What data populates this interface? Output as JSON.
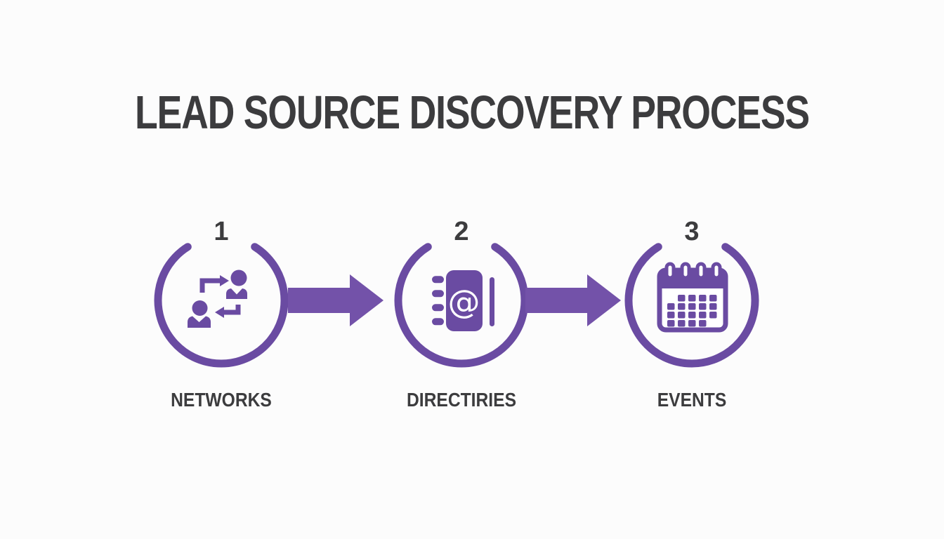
{
  "theme": {
    "background": "#FCFCFC",
    "accent": "#6A4BA2",
    "arrow_color": "#7352A9",
    "text_color": "#3C3C3E"
  },
  "title": "LEAD SOURCE DISCOVERY PROCESS",
  "steps": [
    {
      "number": "1",
      "label": "NETWORKS",
      "icon": "people-referral-icon"
    },
    {
      "number": "2",
      "label": "DIRECTIRIES",
      "icon": "address-book-icon"
    },
    {
      "number": "3",
      "label": "EVENTS",
      "icon": "calendar-icon"
    }
  ],
  "arrows": [
    {
      "direction": "right"
    },
    {
      "direction": "right"
    }
  ]
}
